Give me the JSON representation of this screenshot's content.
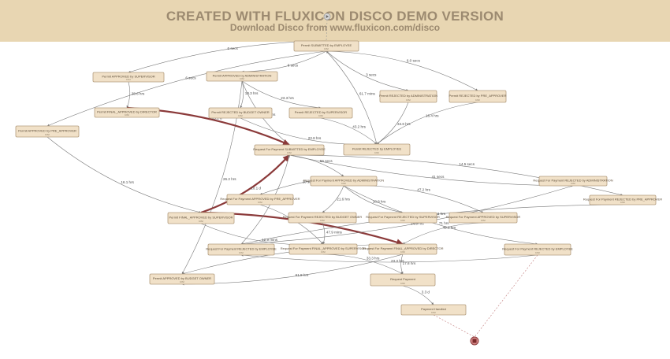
{
  "banner": {
    "title": "CREATED WITH FLUXICON DISCO DEMO VERSION",
    "subtitle": "Download Disco from www.fluxicon.com/disco"
  },
  "colors": {
    "banner_bg": "#e8d6b2",
    "node_fill": "#f1e1c8",
    "edge_normal": "#7a7a7a",
    "edge_heavy": "#8b3a3a"
  },
  "icons": {
    "start": "play-icon",
    "end": "stop-icon"
  },
  "nodes": [
    {
      "id": "submitted",
      "label": "Permit SUBMITTED by EMPLOYEE",
      "count": "1062"
    },
    {
      "id": "appr_sup",
      "label": "Permit APPROVED by SUPERVISOR",
      "count": "1012"
    },
    {
      "id": "appr_admin",
      "label": "Permit APPROVED by ADMINISTRATION",
      "count": "1062"
    },
    {
      "id": "rej_admin",
      "label": "Permit REJECTED by ADMINISTRATION",
      "count": "1062"
    },
    {
      "id": "rej_pre",
      "label": "Permit REJECTED by PRE_APPROVER",
      "count": "1062"
    },
    {
      "id": "final_dir",
      "label": "Permit FINAL_APPROVED by DIRECTOR",
      "count": "1062"
    },
    {
      "id": "appr_pre",
      "label": "Permit APPROVED by PRE_APPROVER",
      "count": "1062"
    },
    {
      "id": "rej_budget",
      "label": "Permit REJECTED by BUDGET OWNER",
      "count": "1062"
    },
    {
      "id": "rej_sup",
      "label": "Permit REJECTED by SUPERVISOR",
      "count": "1062"
    },
    {
      "id": "req_submitted",
      "label": "Request For Payment SUBMITTED by EMPLOYEE",
      "count": "1062"
    },
    {
      "id": "rej_emp",
      "label": "Permit REJECTED by EMPLOYEE",
      "count": "1062"
    },
    {
      "id": "rfp_appr_admin",
      "label": "Request For Payment APPROVED by ADMINISTRATION",
      "count": "1062"
    },
    {
      "id": "rfp_rej_admin",
      "label": "Request For Payment REJECTED by ADMINISTRATION",
      "count": "1062"
    },
    {
      "id": "rfp_rej_pre",
      "label": "Request For Payment REJECTED by PRE_APPROVER",
      "count": "1062"
    },
    {
      "id": "rfp_appr_pre",
      "label": "Request For Payment APPROVED by PRE_APPROVER",
      "count": "1062"
    },
    {
      "id": "final_sup",
      "label": "Permit FINAL_APPROVED by SUPERVISOR",
      "count": "1062"
    },
    {
      "id": "rfp_rej_budget",
      "label": "Request For Payment REJECTED by BUDGET OWNER",
      "count": "1062"
    },
    {
      "id": "rfp_rej_sup",
      "label": "Request For Payment REJECTED by SUPERVISOR",
      "count": "1062"
    },
    {
      "id": "rfp_appr_sup",
      "label": "Request For Payment APPROVED by SUPERVISOR",
      "count": "1062"
    },
    {
      "id": "rfp_rej_emp2",
      "label": "Request For Payment REJECTED by EMPLOYEE",
      "count": "1062"
    },
    {
      "id": "rfp_final_appr",
      "label": "Request For Payment FINAL_APPROVED by SUPERVISOR",
      "count": "1062"
    },
    {
      "id": "rfp_final_dir",
      "label": "Request For Payment FINAL_APPROVED by DIRECTOR",
      "count": "1062"
    },
    {
      "id": "rfp_rej_emp",
      "label": "Request For Payment REJECTED by EMPLOYEE",
      "count": "1062"
    },
    {
      "id": "appr_budget",
      "label": "Permit APPROVED by BUDGET OWNER",
      "count": "1062"
    },
    {
      "id": "req_payment",
      "label": "Request Payment",
      "count": "1062"
    },
    {
      "id": "payment_handled",
      "label": "Payment Handled",
      "count": "1062"
    }
  ],
  "edges": [
    {
      "from": "submitted",
      "to": "appr_sup",
      "label": "6 secs",
      "weight": "normal"
    },
    {
      "from": "submitted",
      "to": "appr_admin",
      "label": "6 secs",
      "weight": "normal"
    },
    {
      "from": "submitted",
      "to": "rej_admin",
      "label": "3 secs",
      "weight": "normal"
    },
    {
      "from": "submitted",
      "to": "rej_pre",
      "label": "6.0 secs",
      "weight": "normal"
    },
    {
      "from": "submitted",
      "to": "appr_pre",
      "label": "6 secs",
      "weight": "normal"
    },
    {
      "from": "appr_sup",
      "to": "final_dir",
      "label": "28.6 hrs",
      "weight": "normal"
    },
    {
      "from": "appr_admin",
      "to": "req_submitted",
      "label": "12 mins",
      "weight": "normal"
    },
    {
      "from": "appr_admin",
      "to": "rej_budget",
      "label": "18.3 hrs",
      "weight": "normal"
    },
    {
      "from": "appr_admin",
      "to": "rej_sup",
      "label": "23.3 hrs",
      "weight": "normal"
    },
    {
      "from": "appr_admin",
      "to": "appr_budget",
      "label": "26.2 hrs",
      "weight": "normal"
    },
    {
      "from": "rej_emp",
      "to": "submitted",
      "label": "61.7 mins",
      "weight": "normal"
    },
    {
      "from": "rej_admin",
      "to": "rej_emp",
      "label": "34.6 hrs",
      "weight": "normal"
    },
    {
      "from": "rej_pre",
      "to": "rej_emp",
      "label": "16.4 hrs",
      "weight": "normal"
    },
    {
      "from": "rej_sup",
      "to": "rej_emp",
      "label": "43.2 hrs",
      "weight": "normal"
    },
    {
      "from": "rej_budget",
      "to": "rej_emp",
      "label": "23.8 hrs",
      "weight": "normal"
    },
    {
      "from": "final_dir",
      "to": "req_submitted",
      "label": "65.1 d",
      "weight": "heavy"
    },
    {
      "from": "appr_pre",
      "to": "final_sup",
      "label": "16.1 hrs",
      "weight": "normal"
    },
    {
      "from": "req_submitted",
      "to": "rfp_appr_admin",
      "label": "56 secs",
      "weight": "normal"
    },
    {
      "from": "req_submitted",
      "to": "rfp_rej_admin",
      "label": "41 secs",
      "weight": "normal"
    },
    {
      "from": "req_submitted",
      "to": "rfp_rej_pre",
      "label": "14.5 secs",
      "weight": "normal"
    },
    {
      "from": "rfp_appr_admin",
      "to": "rfp_appr_pre",
      "label": "20 secs",
      "weight": "normal"
    },
    {
      "from": "rfp_appr_admin",
      "to": "rfp_rej_budget",
      "label": "21.6 hrs",
      "weight": "normal"
    },
    {
      "from": "rfp_appr_admin",
      "to": "rfp_rej_sup",
      "label": "18.8 hrs",
      "weight": "normal"
    },
    {
      "from": "rfp_appr_admin",
      "to": "rfp_appr_sup",
      "label": "47.2 hrs",
      "weight": "normal"
    },
    {
      "from": "rfp_appr_admin",
      "to": "rfp_rej_emp2",
      "label": "71 hrs",
      "weight": "normal"
    },
    {
      "from": "rfp_appr_pre",
      "to": "rfp_final_appr",
      "label": "16.3 mins",
      "weight": "normal"
    },
    {
      "from": "final_sup",
      "to": "req_submitted",
      "label": "10.1 d",
      "weight": "heavy"
    },
    {
      "from": "final_sup",
      "to": "rfp_final_dir",
      "label": "40 d",
      "weight": "heavy"
    },
    {
      "from": "final_sup",
      "to": "rfp_final_appr",
      "label": "12.9 mins",
      "weight": "normal"
    },
    {
      "from": "rfp_rej_budget",
      "to": "rfp_final_appr",
      "label": "47.9 mins",
      "weight": "normal"
    },
    {
      "from": "rfp_appr_sup",
      "to": "rfp_final_dir",
      "label": "45.2 hrs",
      "weight": "normal"
    },
    {
      "from": "rfp_final_dir",
      "to": "appr_budget",
      "label": "61.8 hrs",
      "weight": "normal"
    },
    {
      "from": "rfp_final_dir",
      "to": "appr_budget",
      "label": "16.9 hrs",
      "weight": "normal"
    },
    {
      "from": "rfp_final_appr",
      "to": "req_payment",
      "label": "33.3 hrs",
      "weight": "normal"
    },
    {
      "from": "rfp_rej_emp",
      "to": "req_submitted",
      "label": "4.2 hrs",
      "weight": "normal"
    },
    {
      "from": "rfp_rej_admin",
      "to": "rfp_rej_emp",
      "label": "24.5 hrs",
      "weight": "normal"
    },
    {
      "from": "rfp_rej_pre",
      "to": "rfp_rej_emp",
      "label": "61.8 hrs",
      "weight": "normal"
    },
    {
      "from": "rfp_rej_emp2",
      "to": "rfp_rej_emp",
      "label": "23.3 hrs",
      "weight": "normal"
    },
    {
      "from": "rfp_final_dir",
      "to": "req_payment",
      "label": "17.8 hrs",
      "weight": "normal"
    },
    {
      "from": "req_payment",
      "to": "payment_handled",
      "label": "3.3 d",
      "weight": "normal"
    }
  ]
}
